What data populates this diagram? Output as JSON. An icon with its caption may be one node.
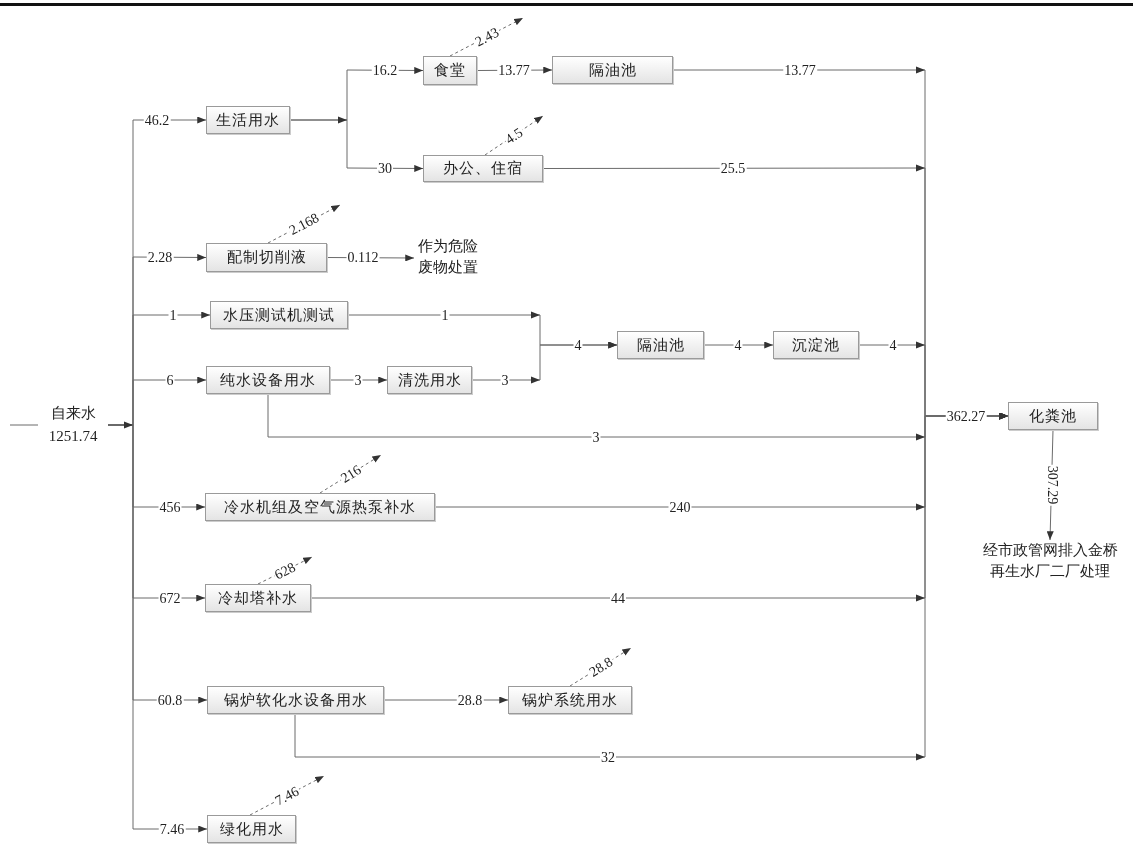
{
  "diagram": {
    "nodes": [
      {
        "text": [
          "自来水",
          "1251.74"
        ]
      },
      {
        "text": [
          "生活用水"
        ]
      },
      {
        "text": [
          "食堂"
        ]
      },
      {
        "text": [
          "隔油池"
        ]
      },
      {
        "text": [
          "办公、住宿"
        ]
      },
      {
        "text": [
          "配制切削液"
        ]
      },
      {
        "text": [
          "作为危险废物处置"
        ]
      },
      {
        "text": [
          "水压测试机测试"
        ]
      },
      {
        "text": [
          "纯水设备用水"
        ]
      },
      {
        "text": [
          "清洗用水"
        ]
      },
      {
        "text": [
          "隔油池"
        ]
      },
      {
        "text": [
          "沉淀池"
        ]
      },
      {
        "text": [
          "化粪池"
        ]
      },
      {
        "text": [
          "经市政管网排入金桥再生水厂二厂处理"
        ]
      },
      {
        "text": [
          "冷水机组及空气源热泵补水"
        ]
      },
      {
        "text": [
          "冷却塔补水"
        ]
      },
      {
        "text": [
          "锅炉软化水设备用水"
        ]
      },
      {
        "text": [
          "锅炉系统用水"
        ]
      },
      {
        "text": [
          "绿化用水"
        ]
      }
    ],
    "edges": [
      {
        "from": null,
        "to": 0,
        "arrow": "none"
      },
      {
        "from": 0,
        "to": 1,
        "arrow": "to",
        "label": "46.2"
      },
      {
        "from": 0,
        "to": 5,
        "arrow": "to",
        "label": "2.28"
      },
      {
        "from": 0,
        "to": 7,
        "arrow": "to",
        "label": "1"
      },
      {
        "from": 0,
        "to": 8,
        "arrow": "to",
        "label": "6"
      },
      {
        "from": 0,
        "to": 14,
        "arrow": "to",
        "label": "456"
      },
      {
        "from": 0,
        "to": 15,
        "arrow": "to",
        "label": "672"
      },
      {
        "from": 0,
        "to": 16,
        "arrow": "to",
        "label": "60.8"
      },
      {
        "from": 0,
        "to": 18,
        "arrow": "to",
        "label": "7.46"
      },
      {
        "from": 1,
        "to": 2,
        "arrow": "to",
        "label": "16.2"
      },
      {
        "from": 1,
        "to": 4,
        "arrow": "to",
        "label": "30"
      },
      {
        "from": 2,
        "to": 3,
        "arrow": "to",
        "label": "13.77"
      },
      {
        "from": 3,
        "to": 12,
        "arrow": "to",
        "label": "13.77"
      },
      {
        "from": 4,
        "to": 12,
        "arrow": "to",
        "label": "25.5"
      },
      {
        "from": 5,
        "to": 6,
        "arrow": "to",
        "label": "0.112"
      },
      {
        "from": 7,
        "to": 10,
        "arrow": "to",
        "label": "1"
      },
      {
        "from": 8,
        "to": 9,
        "arrow": "to",
        "label": "3"
      },
      {
        "from": 9,
        "to": 10,
        "arrow": "to",
        "label": "3"
      },
      {
        "from": 10,
        "to": 11,
        "arrow": "to",
        "label": "4"
      },
      {
        "from": 11,
        "to": 12,
        "arrow": "to",
        "label": "4"
      },
      {
        "from": 8,
        "to": 12,
        "arrow": "to",
        "label": "3"
      },
      {
        "from": 14,
        "to": 12,
        "arrow": "to",
        "label": "240"
      },
      {
        "from": 15,
        "to": 12,
        "arrow": "to",
        "label": "44"
      },
      {
        "from": 16,
        "to": 17,
        "arrow": "to",
        "label": "28.8"
      },
      {
        "from": 16,
        "to": 12,
        "arrow": "to",
        "label": "32"
      },
      {
        "from": 12,
        "to": 13,
        "arrow": "to",
        "label": "307.29"
      },
      {
        "from": 2,
        "to": null,
        "arrow": "to",
        "label": "2.43",
        "style": "dashed"
      },
      {
        "from": 4,
        "to": null,
        "arrow": "to",
        "label": "4.5",
        "style": "dashed"
      },
      {
        "from": 5,
        "to": null,
        "arrow": "to",
        "label": "2.168",
        "style": "dashed"
      },
      {
        "from": 14,
        "to": null,
        "arrow": "to",
        "label": "216",
        "style": "dashed"
      },
      {
        "from": 15,
        "to": null,
        "arrow": "to",
        "label": "628",
        "style": "dashed"
      },
      {
        "from": 17,
        "to": null,
        "arrow": "to",
        "label": "28.8",
        "style": "dashed"
      },
      {
        "from": 18,
        "to": null,
        "arrow": "to",
        "label": "7.46",
        "style": "dashed"
      }
    ],
    "labels": [
      "4",
      "362.27"
    ]
  }
}
